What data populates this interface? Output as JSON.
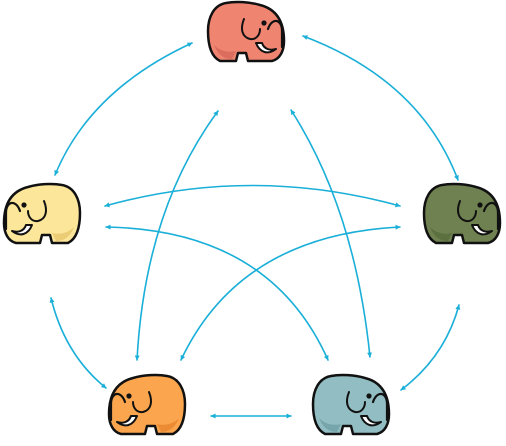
{
  "diagram": {
    "connector_color": "#1aafd8",
    "outline_color": "#111111",
    "tusk_color": "#ffffff",
    "nodes": [
      {
        "id": "red",
        "icon": "mammoth-icon",
        "color": "#ef8471",
        "shade": "#d4685a"
      },
      {
        "id": "yellow",
        "icon": "mammoth-icon",
        "color": "#fbe69a",
        "shade": "#e8c56a"
      },
      {
        "id": "green",
        "icon": "mammoth-icon",
        "color": "#6f8150",
        "shade": "#566a3b"
      },
      {
        "id": "orange",
        "icon": "mammoth-icon",
        "color": "#fba64e",
        "shade": "#e7862e"
      },
      {
        "id": "teal",
        "icon": "mammoth-icon",
        "color": "#92bdc2",
        "shade": "#6fa0a6"
      }
    ],
    "connections": [
      {
        "from": "red",
        "to": "yellow"
      },
      {
        "from": "red",
        "to": "green"
      },
      {
        "from": "red",
        "to": "orange"
      },
      {
        "from": "red",
        "to": "teal"
      },
      {
        "from": "yellow",
        "to": "green"
      },
      {
        "from": "yellow",
        "to": "orange"
      },
      {
        "from": "yellow",
        "to": "teal"
      },
      {
        "from": "green",
        "to": "orange"
      },
      {
        "from": "green",
        "to": "teal"
      },
      {
        "from": "orange",
        "to": "teal"
      }
    ]
  }
}
